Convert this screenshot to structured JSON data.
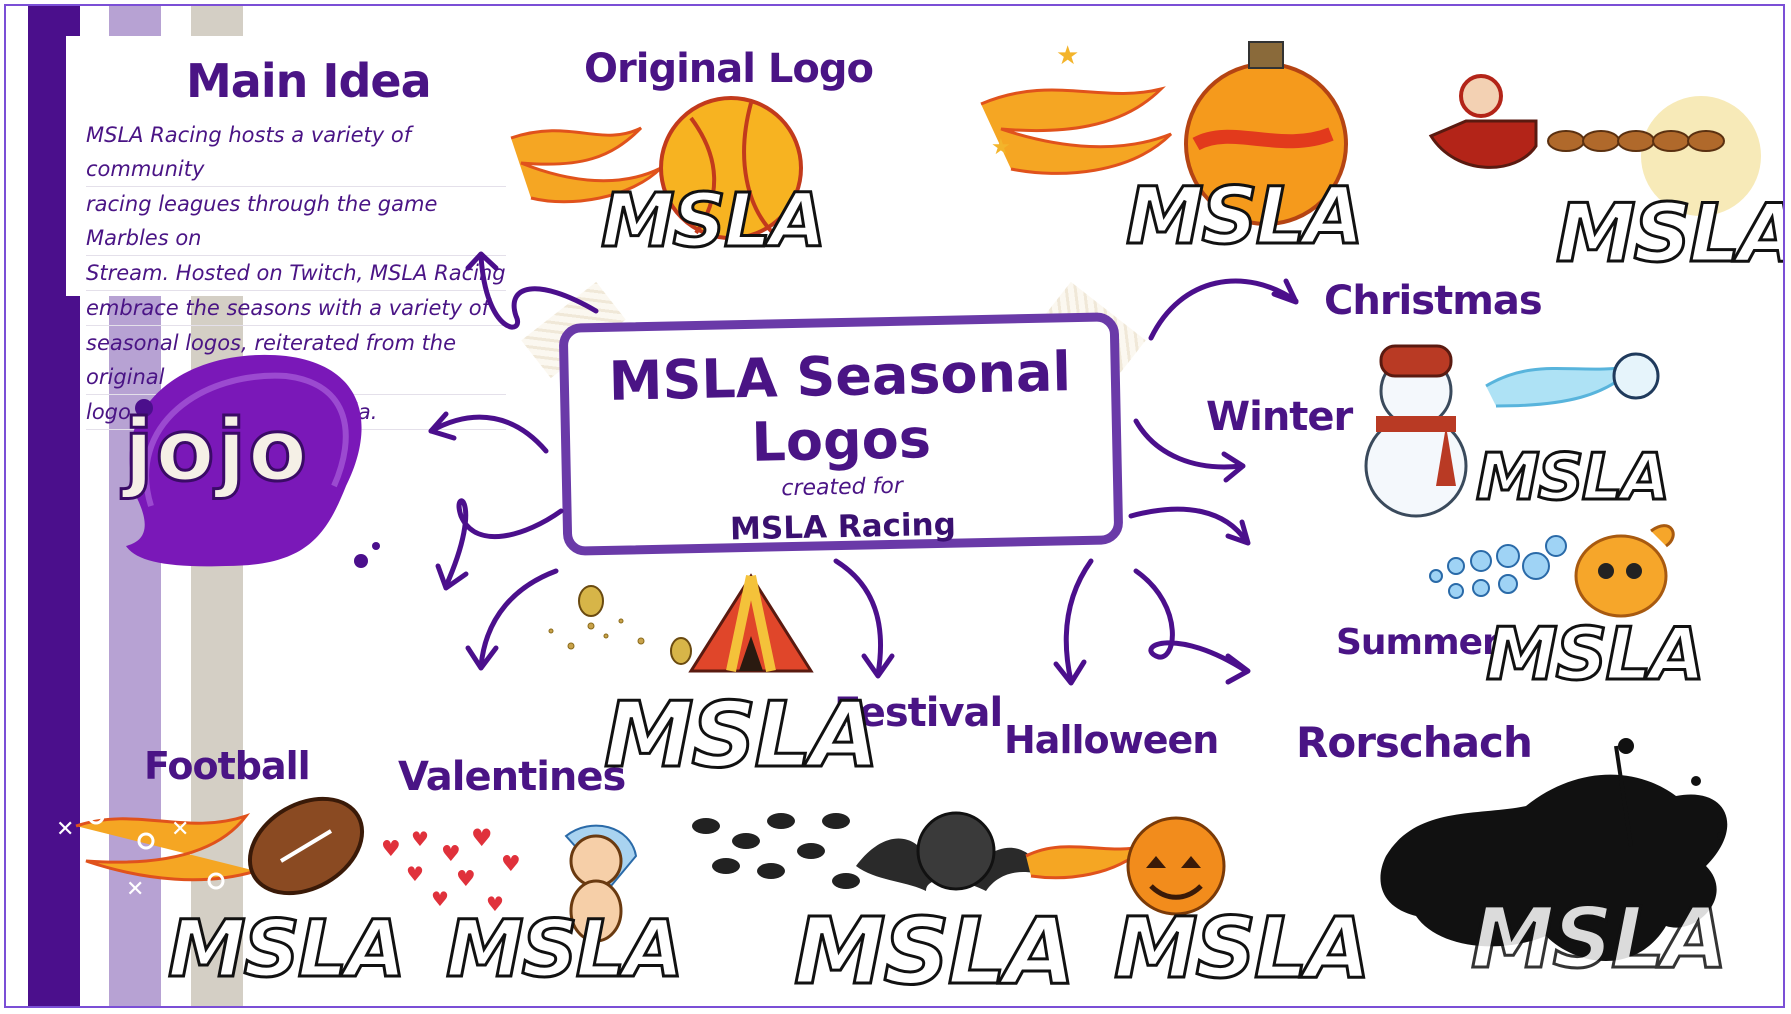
{
  "main_idea": {
    "heading": "Main Idea",
    "lines": [
      "MSLA Racing hosts a variety of community",
      "racing leagues through the game Marbles on",
      "Stream. Hosted on Twitch, MSLA Racing",
      "embrace the seasons with a variety of",
      "seasonal logos, reiterated from the original",
      "logo designed by Shabunia."
    ]
  },
  "center": {
    "title_line1": "MSLA Seasonal",
    "title_line2": "Logos",
    "subtitle": "created for",
    "name": "MSLA Racing"
  },
  "jojo_logo": "jojo",
  "logo_wordmark": "MSLA",
  "labels": {
    "original": "Original Logo",
    "christmas": "Christmas",
    "winter": "Winter",
    "summer": "Summer",
    "festival": "Festival",
    "halloween": "Halloween",
    "rorschach": "Rorschach",
    "football": "Football",
    "valentines": "Valentines"
  },
  "colors": {
    "accent": "#4a1485",
    "frame": "#7b4fd6",
    "stripe_dark": "#4b0f8c",
    "stripe_light": "#b7a2d3",
    "stripe_beige": "#d4cfc5"
  }
}
